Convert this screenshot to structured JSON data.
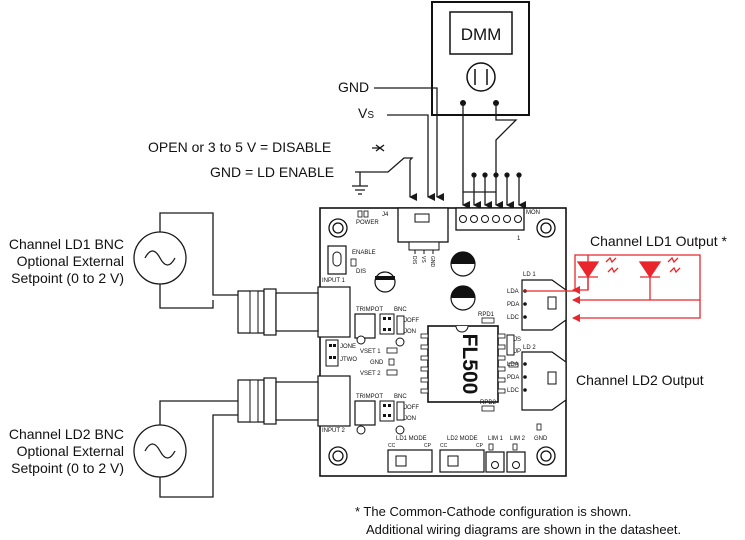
{
  "instrument": {
    "label": "DMM"
  },
  "supply": {
    "gnd_label": "GND",
    "vs_main": "V",
    "vs_sub": "S"
  },
  "enable": {
    "disable_label": "OPEN or 3 to 5 V = DISABLE",
    "enable_label": "GND = LD ENABLE"
  },
  "bnc_inputs": [
    {
      "line1": "Channel LD1 BNC",
      "line2": "Optional External",
      "line3": "Setpoint (0 to 2 V)"
    },
    {
      "line1": "Channel LD2 BNC",
      "line2": "Optional External",
      "line3": "Setpoint (0 to 2 V)"
    }
  ],
  "outputs": {
    "ld1": "Channel LD1 Output *",
    "ld2": "Channel LD2 Output"
  },
  "footnote": {
    "line1": "* The Common-Cathode configuration is shown.",
    "line2": "Additional wiring diagrams are shown in the datasheet."
  },
  "board": {
    "chip": "FL500",
    "j4": "J4",
    "power": "POWER",
    "enable": "ENABLE",
    "dis": "DIS",
    "input1": "INPUT 1",
    "input2": "INPUT 2",
    "mon": "MON",
    "mon_pin": "1",
    "j4_pins": [
      "DIS",
      "VS",
      "GND"
    ],
    "trimpot": "TRIMPOT",
    "bnc": "BNC",
    "joff": "JOFF",
    "jon": "JON",
    "jone": "JONE",
    "jtwo": "JTWO",
    "vset1": "VSET 1",
    "vset2": "VSET 2",
    "gnd": "GND",
    "rpd1": "RPD1",
    "rpd2": "RPD2",
    "js": "JS",
    "jp": "JP",
    "ld1": "LD 1",
    "ld2": "LD 2",
    "lda": "LDA",
    "pda": "PDA",
    "ldc": "LDC",
    "ld1_mode": "LD1 MODE",
    "ld2_mode": "LD2 MODE",
    "cc": "CC",
    "cp": "CP",
    "lim1": "LIM 1",
    "lim2": "LIM 2"
  },
  "colors": {
    "wire": "#1a1a1a",
    "output_wire": "#e8262b",
    "board_fill": "#ffffff"
  }
}
